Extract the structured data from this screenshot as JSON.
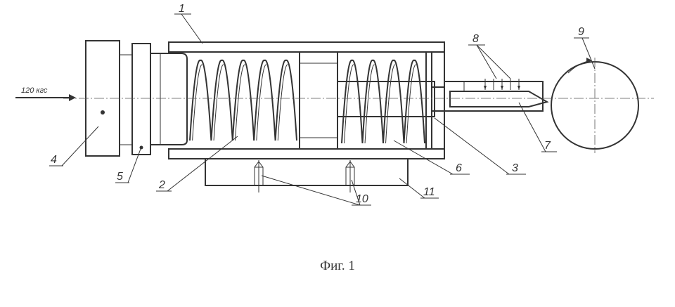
{
  "figure": {
    "caption": "Фиг. 1",
    "force_label": "120 кгс",
    "part_labels": {
      "p1": "1",
      "p2": "2",
      "p3": "3",
      "p4": "4",
      "p5": "5",
      "p6": "6",
      "p7": "7",
      "p8": "8",
      "p9": "9",
      "p10": "10",
      "p11": "11"
    }
  }
}
